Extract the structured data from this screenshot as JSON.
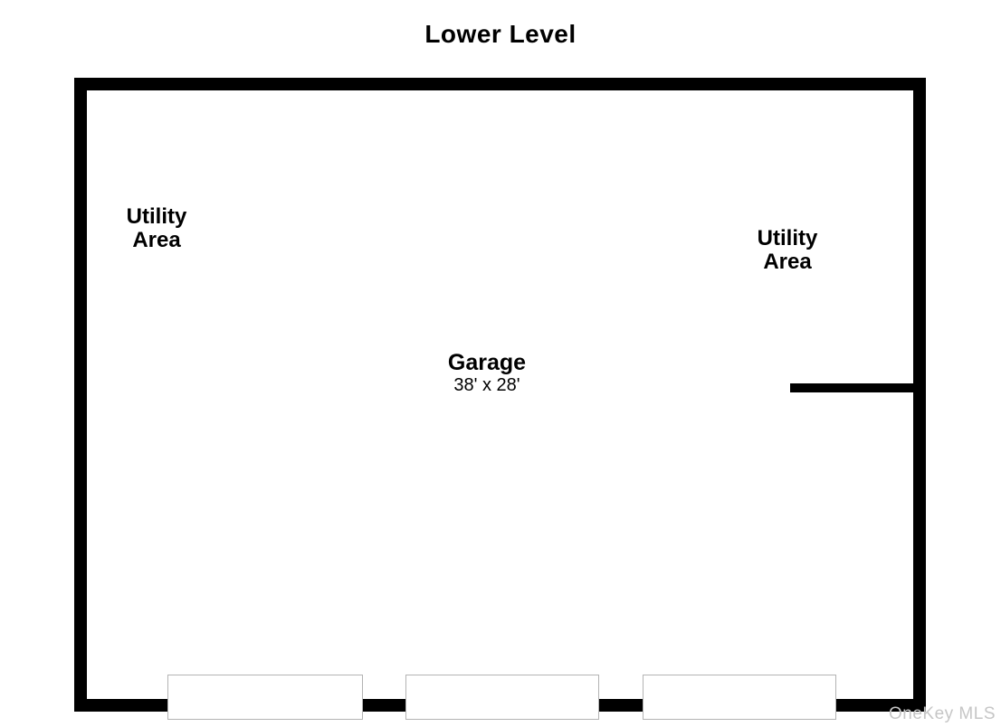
{
  "title": "Lower Level",
  "rooms": {
    "utility_left": {
      "line1": "Utility",
      "line2": "Area"
    },
    "utility_right": {
      "line1": "Utility",
      "line2": "Area"
    },
    "garage": {
      "name": "Garage",
      "dimensions": "38' x 28'"
    }
  },
  "garage_door_count": 3,
  "watermark": "OneKey MLS",
  "colors": {
    "wall": "#000000",
    "background": "#ffffff",
    "door_border": "#b3b3b3",
    "watermark": "#c6c6c6"
  }
}
